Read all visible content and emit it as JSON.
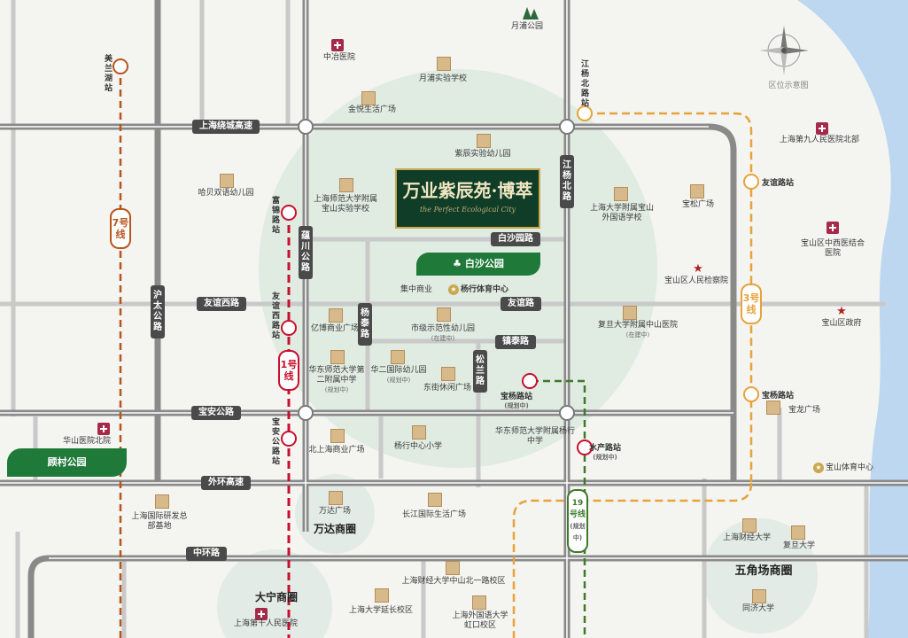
{
  "colors": {
    "background": "#f4f4f1",
    "river": "#bcd7ef",
    "road": "#4a4a4a",
    "road_fill": "#c9c9c9",
    "highlight_circle": "#dbe9df",
    "district_circle": "#e3ebe6",
    "line_1": "#c8102e",
    "line_3": "#e8a23a",
    "line_7": "#b5561d",
    "line_19": "#3d7a2a",
    "park_green": "#1f7a3a",
    "project_bg": "#0f3d27",
    "gold": "#c9a74e"
  },
  "compass": {
    "label": "区位示意图",
    "icon": "compass-icon"
  },
  "project": {
    "title": "万业紫辰苑·博萃",
    "subtitle": "the Perfect Ecological City"
  },
  "roads": {
    "h_ring_north": "上海绕城高速",
    "h_youyi_west": "友谊西路",
    "h_youyi": "友谊路",
    "h_baisha": "白沙园路",
    "h_zhentai": "镇泰路",
    "h_baoan": "宝安公路",
    "h_outer_ring": "外环高速",
    "h_middle_ring": "中环路",
    "v_hutai": "沪太公路",
    "v_yunchuan": "蕴川公路",
    "v_jiangyang_n": "江杨北路",
    "v_yangtai": "杨泰路",
    "v_songlan": "松兰路"
  },
  "metro_lines": {
    "line_7": "7号线",
    "line_1": "1号线",
    "line_3": "3号线",
    "line_19": "19号线",
    "line_19_note": "(规划中)"
  },
  "stations": {
    "meilanhu": "美兰湖站",
    "fujinlu": "富锦路站",
    "youyixilu": "友谊西路站",
    "baoangonglu": "宝安公路站",
    "jiangyangbeilu": "江杨北路站",
    "youyilu": "友谊路站",
    "baoyanglu_3": "宝杨路站",
    "baoyanglu_19": "宝杨路站",
    "baoyanglu_19_note": "(规划中)",
    "shuichanlu": "水产路站",
    "shuichanlu_note": "(规划中)"
  },
  "parks": {
    "baisha": "白沙公园",
    "gucun": "顾村公园",
    "yuepu": "月浦公园"
  },
  "poi": {
    "zhongye_hospital": "中冶医院",
    "yuepu_school": "月浦实验学校",
    "jinyue_plaza": "金悦生活广场",
    "zichen_kindergarten": "紫辰实验幼儿园",
    "habei_kindergarten": "哈贝双语幼儿园",
    "shnu_baoshan": "上海师范大学附属宝山实验学校",
    "shu_foreign": "上海大学附属宝山外国语学校",
    "baosong_plaza": "宝松广场",
    "ninth_hospital": "上海第九人民医院北部",
    "baoshan_tcm": "宝山区中西医结合医院",
    "procuratorate": "宝山区人民检察院",
    "district_gov": "宝山区政府",
    "jizhong_commerce": "集中商业",
    "yangxing_sports": "杨行体育中心",
    "yibo_plaza": "亿博商业广场",
    "demo_kindergarten": "市级示范性幼儿园",
    "demo_kindergarten_note": "(在建中)",
    "ecnu_second": "华东师范大学第二附属中学",
    "ecnu_second_note": "(规划中)",
    "hua2_kindergarten": "华二国际幼儿园",
    "hua2_kindergarten_note": "(规划中)",
    "dongjie_plaza": "东街休闲广场",
    "fudan_zhongshan": "复旦大学附属中山医院",
    "fudan_zhongshan_note": "(在建中)",
    "baolong_plaza": "宝龙广场",
    "baoshan_sports": "宝山体育中心",
    "huashan_north": "华山医院北院",
    "beishanghai_plaza": "北上海商业广场",
    "yangxing_primary": "杨行中心小学",
    "ecnu_yangxing": "华东师范大学附属杨行中学",
    "sh_intl_rd": "上海国际研发总部基地",
    "wanda_plaza": "万达广场",
    "changjiang_plaza": "长江国际生活广场",
    "sufe_zhongshan": "上海财经大学中山北一路校区",
    "shu_yanchang": "上海大学延长校区",
    "sisu_hongkou": "上海外国语大学虹口校区",
    "tenth_hospital": "上海第十人民医院",
    "sufe": "上海财经大学",
    "fudan": "复旦大学",
    "tongji": "同济大学"
  },
  "districts": {
    "wanda": "万达商圈",
    "daning": "大宁商圈",
    "wujiaochang": "五角场商圈"
  }
}
